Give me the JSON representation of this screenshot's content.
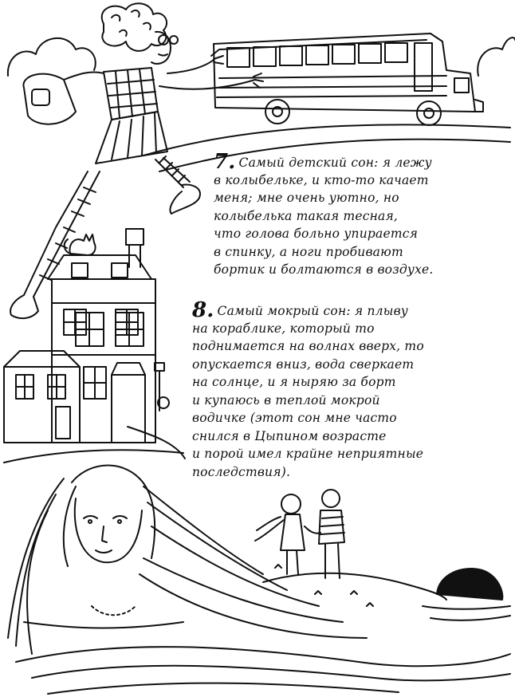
{
  "paragraphs": [
    {
      "number": "7.",
      "lines": [
        "Самый детский сон: я лежу",
        "в колыбельке, и кто-то качает",
        "меня; мне очень уютно, но",
        "колыбелька такая тесная,",
        "что голова больно упирается",
        "в спинку, а ноги пробивают",
        "бортик и болтаются в воздухе."
      ]
    },
    {
      "number": "8.",
      "lines": [
        "Самый мокрый сон: я плыву",
        "на кораблике, который то",
        "поднимается на волнах вверх, то",
        "опускается вниз, вода сверкает",
        "на солнце, и я ныряю за борт",
        "и купаюсь в теплой мокрой",
        "водичке (этот сон мне часто",
        "снился в Цыпином возрасте",
        "и порой имел крайне неприятные",
        "последствия)."
      ]
    }
  ],
  "illustrations": {
    "girl_running": "girl-running-illustration",
    "school_bus": "school-bus-illustration",
    "house": "house-with-cat-illustration",
    "woman_hair": "woman-with-long-hair-illustration",
    "couple": "couple-holding-hands-illustration",
    "sun": "setting-sun-illustration"
  },
  "colors": {
    "ink": "#111111",
    "paper": "#ffffff"
  }
}
